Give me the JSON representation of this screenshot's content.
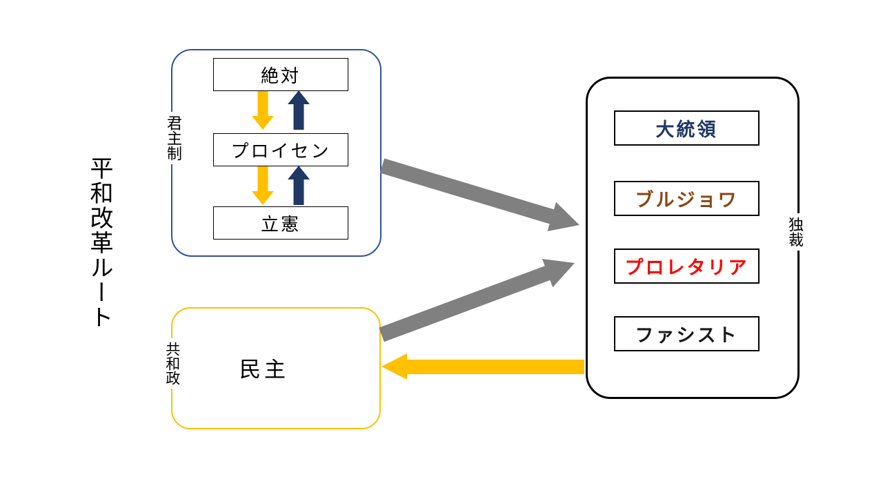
{
  "title": {
    "text": "平和改革ルート"
  },
  "groups": {
    "monarchy": {
      "label": "君主制",
      "nodes": [
        "絶対",
        "プロイセン",
        "立憲"
      ]
    },
    "republic": {
      "label": "共和政",
      "node": "民主"
    },
    "dictatorship": {
      "label": "独裁",
      "nodes": [
        {
          "label": "大統領",
          "color": "#1F3864"
        },
        {
          "label": "ブルジョワ",
          "color": "#8B4513"
        },
        {
          "label": "プロレタリア",
          "color": "#FF0000"
        },
        {
          "label": "ファシスト",
          "color": "#1A1A1A"
        }
      ]
    }
  },
  "colors": {
    "monarchy_border": "#2F5496",
    "republic_border": "#FFC000",
    "dictatorship_border": "#000000",
    "down_arrow": "#FFC000",
    "up_arrow": "#1F3864",
    "transition_arrow": "#808080",
    "return_arrow": "#FFC000"
  }
}
